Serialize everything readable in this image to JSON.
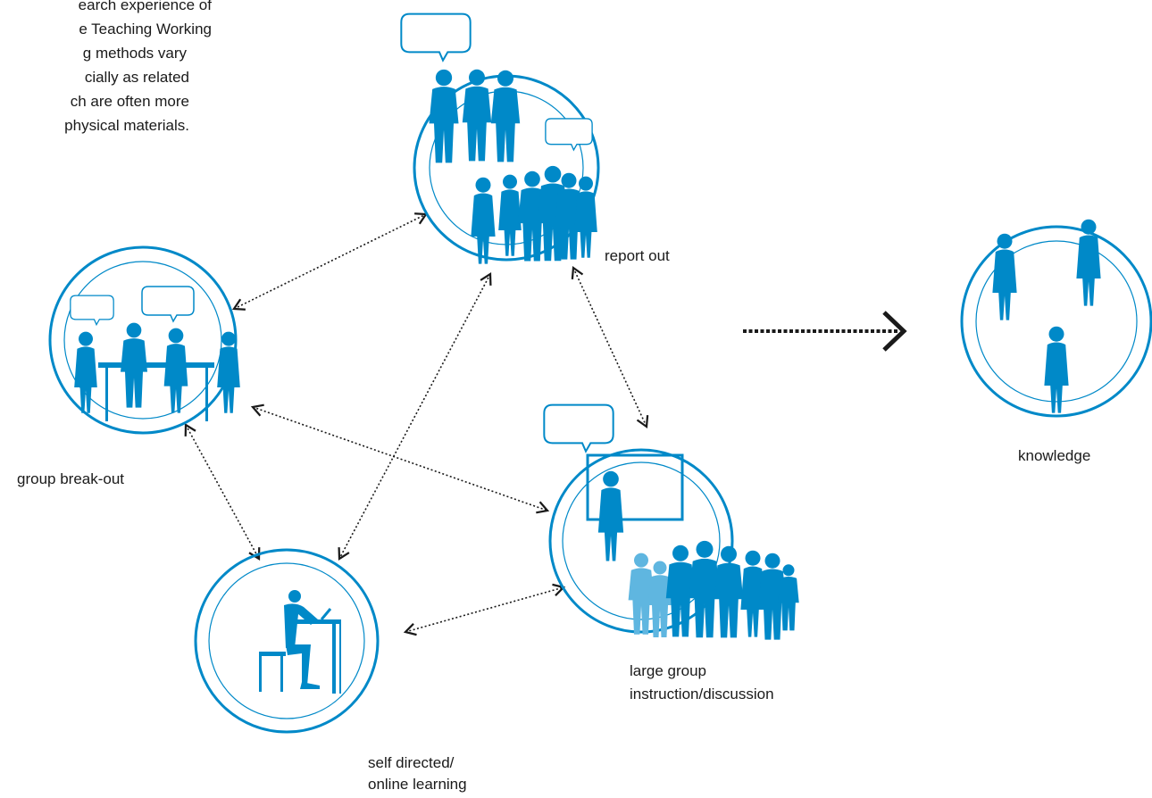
{
  "colors": {
    "accent": "#0089c8",
    "accent_light": "#5fb6e0",
    "text": "#1a1a1a"
  },
  "intro_lines": [
    "earch experience of",
    "e Teaching Working",
    "g methods vary",
    "cially as related",
    "ch are often more",
    "physical materials."
  ],
  "labels": {
    "report_out": "report out",
    "group_break_out": "group break-out",
    "large_group_1": "large group",
    "large_group_2": "instruction/discussion",
    "self_directed_1": "self directed/",
    "self_directed_2": "online learning",
    "knowledge": "knowledge"
  },
  "icons": [
    "people-silhouette-icon",
    "speech-bubble-icon",
    "whiteboard-icon",
    "desk-laptop-icon",
    "bidirectional-arrow-icon",
    "right-arrow-icon"
  ]
}
